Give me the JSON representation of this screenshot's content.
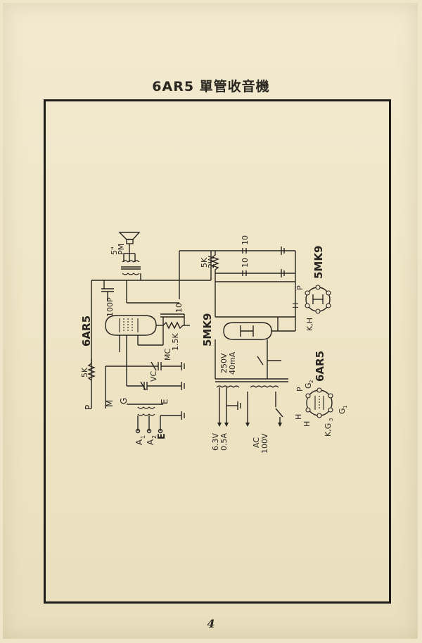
{
  "page": {
    "title": "6AR5 單管收音機",
    "page_number": "4"
  },
  "schematic": {
    "tubes": {
      "output": "6AR5",
      "rectifier": "5MK9"
    },
    "speaker": {
      "size": "5\"",
      "type": "PM"
    },
    "components": {
      "r_plate": "5K",
      "c_plate": "100P",
      "r_grid": "1.5K",
      "c_grid": "10",
      "r_filter": "5K",
      "r_filter_watt": "2W",
      "c_filter1": "10",
      "c_filter2": "10",
      "mc_label": "MC",
      "vc_label": "VC"
    },
    "transformer": {
      "rating_v": "250V",
      "rating_a": "40mA",
      "heater_v": "6.3V",
      "heater_a": "0.5A",
      "ac_label": "AC",
      "ac_v": "100V"
    },
    "antenna": {
      "a1": "A",
      "a1_sub": "1",
      "a2": "A",
      "a2_sub": "2",
      "e": "E"
    },
    "pin_labels": {
      "p": "P",
      "m": "M",
      "g": "G",
      "e_coil": "E"
    },
    "socket_5mk9": {
      "name": "5MK9",
      "p": "P",
      "h": "H",
      "kh": "K,H"
    },
    "socket_6ar5": {
      "name": "6AR5",
      "h1": "H",
      "h2": "H",
      "p": "P",
      "g2": "G",
      "g2_sub": "2",
      "g1": "G",
      "g1_sub": "1",
      "kg3": "K,G",
      "kg3_sub": "3"
    }
  }
}
